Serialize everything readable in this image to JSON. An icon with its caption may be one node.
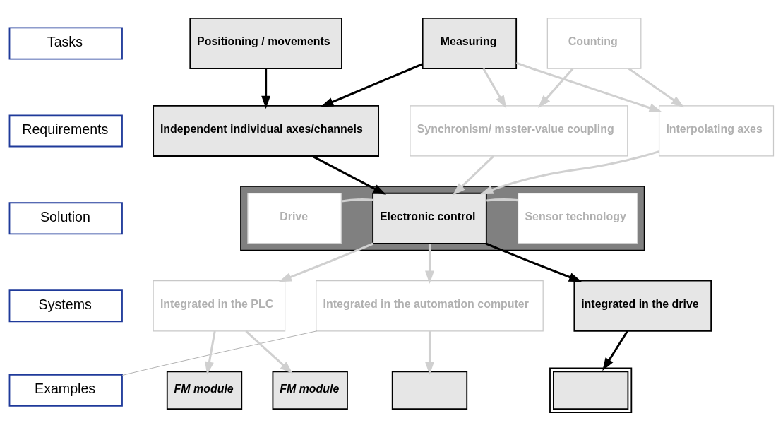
{
  "diagram": {
    "nodes": [
      {
        "text": [
          "Tasks"
        ]
      },
      {
        "text": [
          "Requirements"
        ]
      },
      {
        "text": [
          "Solution"
        ]
      },
      {
        "text": [
          "Systems"
        ]
      },
      {
        "text": [
          "Examples"
        ]
      },
      {
        "text": [
          "Positioning / movements"
        ]
      },
      {
        "text": [
          "Measuring"
        ]
      },
      {
        "text": [
          "Counting"
        ]
      },
      {
        "text": [
          "Independent individual axes/channels"
        ]
      },
      {
        "text": [
          "Synchronism/ msster-value coupling"
        ]
      },
      {
        "text": [
          "Interpolating axes"
        ]
      },
      {
        "text": [],
        "shape": "bar"
      },
      {
        "text": [
          "Drive"
        ],
        "in": 11
      },
      {
        "text": [
          "Electronic control"
        ],
        "in": 11
      },
      {
        "text": [
          "Sensor technology"
        ],
        "in": 11
      },
      {
        "text": [
          "Integrated in the PLC"
        ]
      },
      {
        "text": [
          "Integrated in the automation computer"
        ]
      },
      {
        "text": [
          "integrated in the drive"
        ]
      },
      {
        "text": [
          "FM module"
        ]
      },
      {
        "text": [
          "FM module"
        ]
      },
      {
        "text": [],
        "shape": "box"
      },
      {
        "text": [],
        "shape": "box"
      }
    ],
    "edges": [
      {
        "from": 5,
        "to": 8,
        "arrow": "to",
        "color": "#000000"
      },
      {
        "from": 6,
        "to": 8,
        "arrow": "to",
        "color": "#000000"
      },
      {
        "from": 6,
        "to": 9,
        "arrow": "to"
      },
      {
        "from": 6,
        "to": 10,
        "arrow": "to"
      },
      {
        "from": 7,
        "to": 9,
        "arrow": "to"
      },
      {
        "from": 7,
        "to": 10,
        "arrow": "to"
      },
      {
        "from": 8,
        "to": 13,
        "arrow": "to",
        "color": "#000000"
      },
      {
        "from": 9,
        "to": 13,
        "arrow": "to"
      },
      {
        "from": 10,
        "to": 13,
        "arrow": "to"
      },
      {
        "from": 12,
        "to": 13,
        "arrow": "none"
      },
      {
        "from": 13,
        "to": 14,
        "arrow": "none"
      },
      {
        "from": 13,
        "to": 17,
        "arrow": "to",
        "color": "#000000"
      },
      {
        "from": 13,
        "to": 15,
        "arrow": "to"
      },
      {
        "from": 13,
        "to": 16,
        "arrow": "to"
      },
      {
        "from": 15,
        "to": 18,
        "arrow": "to"
      },
      {
        "from": 15,
        "to": 19,
        "arrow": "to"
      },
      {
        "from": 16,
        "to": 20,
        "arrow": "to"
      },
      {
        "from": 17,
        "to": 21,
        "arrow": "to",
        "color": "#000000"
      },
      {
        "from": 4,
        "to": 16,
        "arrow": "none",
        "color": "#b0b0b0"
      }
    ]
  }
}
